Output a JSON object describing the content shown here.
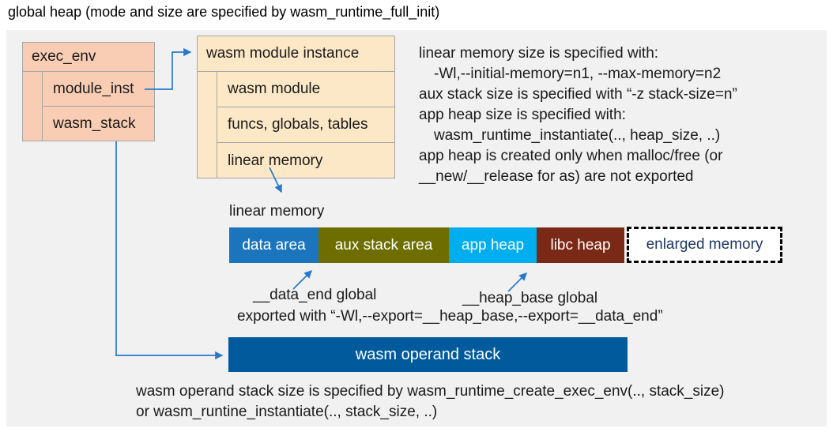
{
  "title": "global heap (mode and size are specified by wasm_runtime_full_init)",
  "exec_env": {
    "title": "exec_env",
    "rows": [
      "module_inst",
      "wasm_stack"
    ]
  },
  "module_instance": {
    "title": "wasm module instance",
    "rows": [
      "wasm module",
      "funcs, globals, tables",
      "linear memory"
    ]
  },
  "notes_right": {
    "lines": [
      "linear memory size is specified with:",
      "-Wl,--initial-memory=n1, --max-memory=n2",
      "aux stack size is specified with “-z stack-size=n”",
      "app heap size is specified with:",
      "wasm_runtime_instantiate(.., heap_size, ..)",
      "app heap is created only when malloc/free (or",
      "__new/__release for as) are not exported"
    ]
  },
  "linear_memory": {
    "label": "linear memory",
    "segments": [
      {
        "label": "data area",
        "color": "#1b75bc"
      },
      {
        "label": "aux stack area",
        "color": "#6e6e00"
      },
      {
        "label": "app heap",
        "color": "#00aeef"
      },
      {
        "label": "libc heap",
        "color": "#7b2917"
      },
      {
        "label": "enlarged memory",
        "color": "#ffffff",
        "border": "dashed",
        "text_color": "#1f3864"
      }
    ],
    "annotations": {
      "data_end": "__data_end global",
      "heap_base": "__heap_base global",
      "exported": "exported with “-Wl,--export=__heap_base,--export=__data_end”"
    }
  },
  "operand_stack": {
    "label": "wasm operand stack",
    "notes": [
      "wasm operand stack size is specified by wasm_runtime_create_exec_env(.., stack_size)",
      "or wasm_runtine_instantiate(.., stack_size, ..)"
    ]
  },
  "icons": {
    "arrows": [
      "module-inst-to-instance-arrow",
      "wasm-stack-to-operand-stack-arrow",
      "instance-to-linear-memory-arrow",
      "data-end-arrow",
      "heap-base-arrow"
    ]
  },
  "colors": {
    "panel_bg": "#f1f1f1",
    "struct_box_fill": "#f9cdb4",
    "module_box_fill": "#fce8c6",
    "box_border": "#a6a6a6",
    "data_area": "#1b75bc",
    "aux_stack_area": "#6e6e00",
    "app_heap": "#00aeef",
    "libc_heap": "#7b2917",
    "operand_stack": "#005a9c",
    "enlarged_memory_text": "#1f3864",
    "arrow": "#2879cb",
    "text": "#1a1a1a"
  }
}
